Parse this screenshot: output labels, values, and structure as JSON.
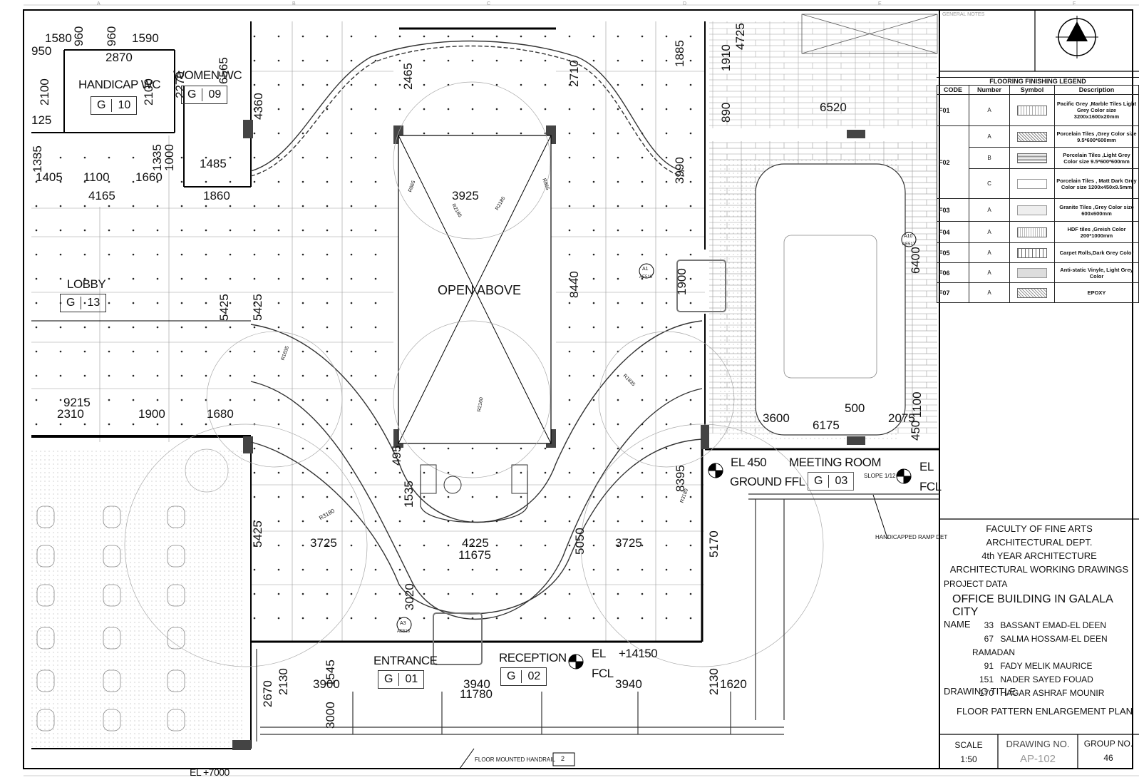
{
  "sheet": {
    "grid_top": [
      "A",
      "B",
      "C",
      "D",
      "E",
      "F"
    ],
    "general_notes": "GENERAL NOTES"
  },
  "rooms": {
    "handicap_wc": {
      "name": "HANDICAP WC",
      "g": "G",
      "n": "10"
    },
    "women_wc": {
      "name": "WOMEN WC",
      "g": "G",
      "n": "09"
    },
    "lobby": {
      "name": "LOBBY",
      "g": "G",
      "n": "13"
    },
    "meeting": {
      "name": "MEETING ROOM",
      "g": "G",
      "n": "03"
    },
    "entrance": {
      "name": "ENTRANCE",
      "g": "G",
      "n": "01"
    },
    "reception": {
      "name": "RECEPTION",
      "g": "G",
      "n": "02"
    },
    "open_above": "OPEN ABOVE"
  },
  "levels": {
    "el450": "EL 450",
    "ground_ffl": "GROUND FFL",
    "el_a": "EL",
    "fcl_a": "FCL",
    "el_b": "EL",
    "fcl_b": "FCL",
    "el_c": "EL",
    "plus": "+14150",
    "el7000": "EL +7000",
    "slope": "SLOPE 1/12"
  },
  "notes": {
    "handrail": "FLOOR MOUNTED HANDRAIL",
    "handrail_num": "2",
    "ramp": "HANDICAPPED RAMP DET",
    "a1": "A1",
    "a1s": "AE516",
    "a3": "A3",
    "a3s": "AE516",
    "a10": "A10",
    "a10s": "AE517"
  },
  "dims": {
    "d1580": "1580",
    "d960a": "960",
    "d960b": "960",
    "d1590": "1590",
    "d950": "950",
    "d2870": "2870",
    "d2100": "2100",
    "d2100b": "2100",
    "d2270": "2270",
    "d6565": "6565",
    "d125": "125",
    "d4360": "4360",
    "d1335a": "1335",
    "d1335b": "1335",
    "d1000": "1000",
    "d1485": "1485",
    "d1405": "1405",
    "d1100": "1100",
    "d1660": "1660",
    "d4165": "4165",
    "d1860": "1860",
    "d2465": "2465",
    "d2710": "2710",
    "d1885": "1885",
    "d1910": "1910",
    "d4725": "4725",
    "d890": "890",
    "d6520": "6520",
    "d3990": "3990",
    "d3925": "3925",
    "r865a": "R865",
    "r865b": "R865",
    "r2185a": "R2185",
    "r2185b": "R2185",
    "d8440": "8440",
    "d1900v": "1900",
    "d6400": "6400",
    "d5425a": "5425",
    "d5425b": "5425",
    "r1835a": "R1835",
    "r1835b": "R1835",
    "r2160": "R2160",
    "d9215": "9215",
    "d2310": "2310",
    "d1900": "1900",
    "d1680": "1680",
    "d3600": "3600",
    "d500": "500",
    "d6175": "6175",
    "d2075": "2075",
    "d1100b": "1100",
    "d450": "450",
    "d495": "495",
    "d1535": "1535",
    "d8395": "8395",
    "r3180": "R3180",
    "r3180b": "R3180",
    "d5425c": "5425",
    "d3725a": "3725",
    "d4225": "4225",
    "d11675": "11675",
    "d5050": "5050",
    "d3725b": "3725",
    "d5170": "5170",
    "d3020": "3020",
    "d1545": "1545",
    "d2670": "2670",
    "d2130a": "2130",
    "d3900": "3900",
    "d3940a": "3940",
    "d11780": "11780",
    "d3940b": "3940",
    "d2130b": "2130",
    "d1620": "1620",
    "d3000": "3000"
  },
  "legend": {
    "title": "FLOORING FINISHING LEGEND",
    "headers": [
      "CODE",
      "Number",
      "Symbol",
      "Description"
    ],
    "rows": [
      {
        "code": "F01",
        "num": "A",
        "desc": "Pacific Grey ,Marble Tiles Light Grey Color size 3200x1600x20mm"
      },
      {
        "code": "F02",
        "num": "A",
        "desc": "Porcelain Tiles ,Grey Color size 9.5*600*600mm"
      },
      {
        "code": "",
        "num": "B",
        "desc": "Porcelain Tiles ,Light Grey Color size 9.5*600*600mm"
      },
      {
        "code": "",
        "num": "C",
        "desc": "Porcelain Tiles , Matt Dark Grey Color size 1200x450x9.5mm"
      },
      {
        "code": "F03",
        "num": "A",
        "desc": "Granite Tiles ,Grey Color size 600x600mm"
      },
      {
        "code": "F04",
        "num": "A",
        "desc": "HDF tiles ,Greish Color 200*1000mm"
      },
      {
        "code": "F05",
        "num": "A",
        "desc": "Carpet Rolls,Dark Grey Color"
      },
      {
        "code": "F06",
        "num": "A",
        "desc": "Anti-static Vinyle, Light Grey Color"
      },
      {
        "code": "F07",
        "num": "A",
        "desc": "EPOXY"
      }
    ]
  },
  "title_block": {
    "l1": "FACULTY OF FINE ARTS",
    "l2": "ARCHITECTURAL DEPT.",
    "l3": "4th YEAR ARCHITECTURE",
    "l4": "ARCHITECTURAL WORKING DRAWINGS",
    "project_label": "PROJECT DATA",
    "project": "OFFICE BUILDING IN GALALA CITY",
    "name_label": "NAME",
    "students": [
      {
        "n": "33",
        "name": "BASSANT EMAD-EL DEEN"
      },
      {
        "n": "67",
        "name": "SALMA HOSSAM-EL DEEN RAMADAN"
      },
      {
        "n": "91",
        "name": "FADY MELIK MAURICE"
      },
      {
        "n": "151",
        "name": "NADER SAYED FOUAD"
      },
      {
        "n": "170",
        "name": "HAGAR ASHRAF MOUNIR"
      }
    ],
    "drawing_title_label": "DRAWING TITLE",
    "drawing_title": "FLOOR PATTERN ENLARGEMENT PLAN",
    "scale_label": "SCALE",
    "scale": "1:50",
    "drawing_no_label": "DRAWING NO.",
    "drawing_no": "AP-102",
    "group_label": "GROUP NO.",
    "group": "46"
  }
}
